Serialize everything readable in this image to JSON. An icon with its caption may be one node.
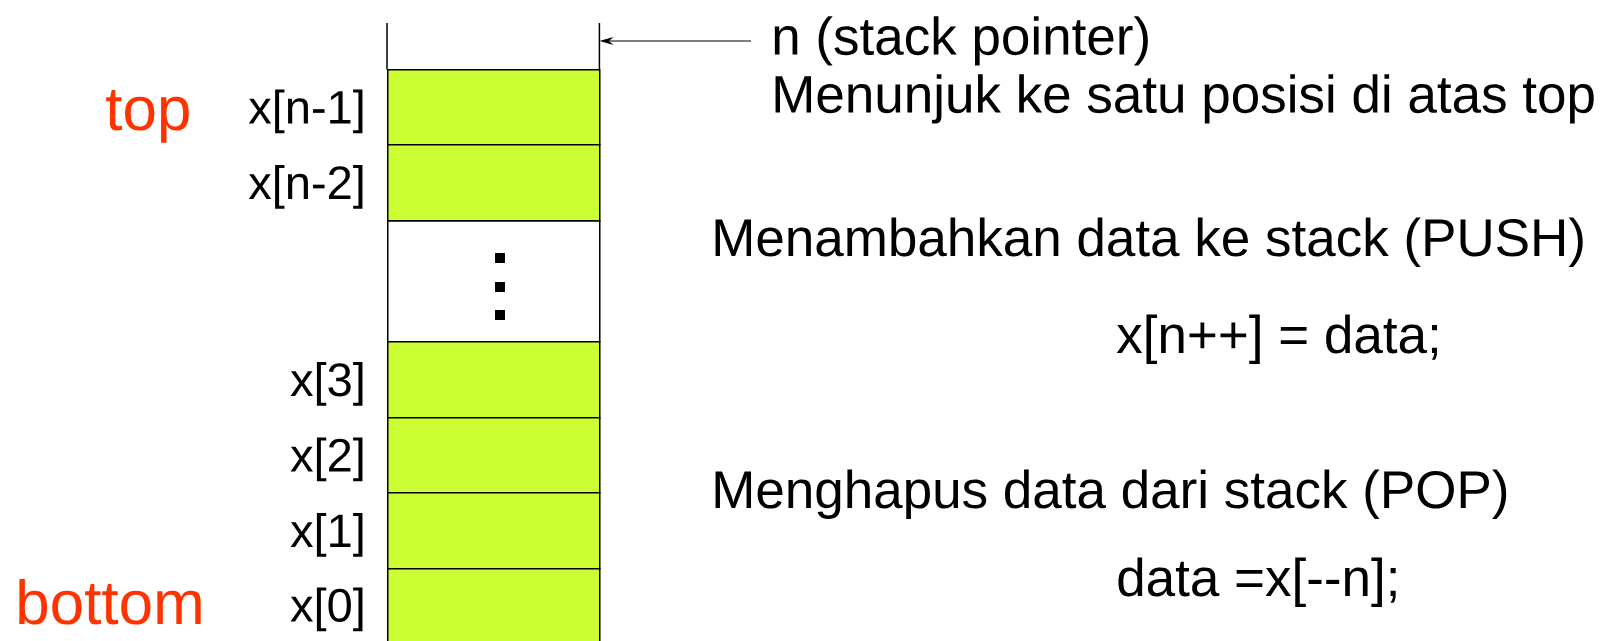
{
  "diagram": {
    "nodes": [
      {
        "text": [],
        "shape": "box"
      },
      {
        "text": [],
        "shape": "box",
        "beside": [
          "x[n-1]"
        ]
      },
      {
        "text": [],
        "shape": "box",
        "beside": [
          "x[n-2]"
        ]
      },
      {
        "text": [],
        "shape": "box"
      },
      {
        "text": [],
        "shape": "box",
        "beside": [
          "x[3]"
        ]
      },
      {
        "text": [],
        "shape": "box",
        "beside": [
          "x[2]"
        ]
      },
      {
        "text": [],
        "shape": "box",
        "beside": [
          "x[1]"
        ]
      },
      {
        "text": [],
        "shape": "box",
        "beside": [
          "x[0]"
        ]
      },
      {
        "text": [
          "n (stack pointer)",
          "Menunjuk ke satu posisi di atas top"
        ]
      }
    ],
    "edges": [
      {
        "from": 8,
        "to": 0,
        "arrow": "to"
      }
    ],
    "labels": [
      "top",
      "Menambahkan data ke stack (PUSH)",
      "x[n++] = data;",
      "Menghapus data dari stack (POP)",
      "bottom",
      "data =x[--n];"
    ]
  }
}
